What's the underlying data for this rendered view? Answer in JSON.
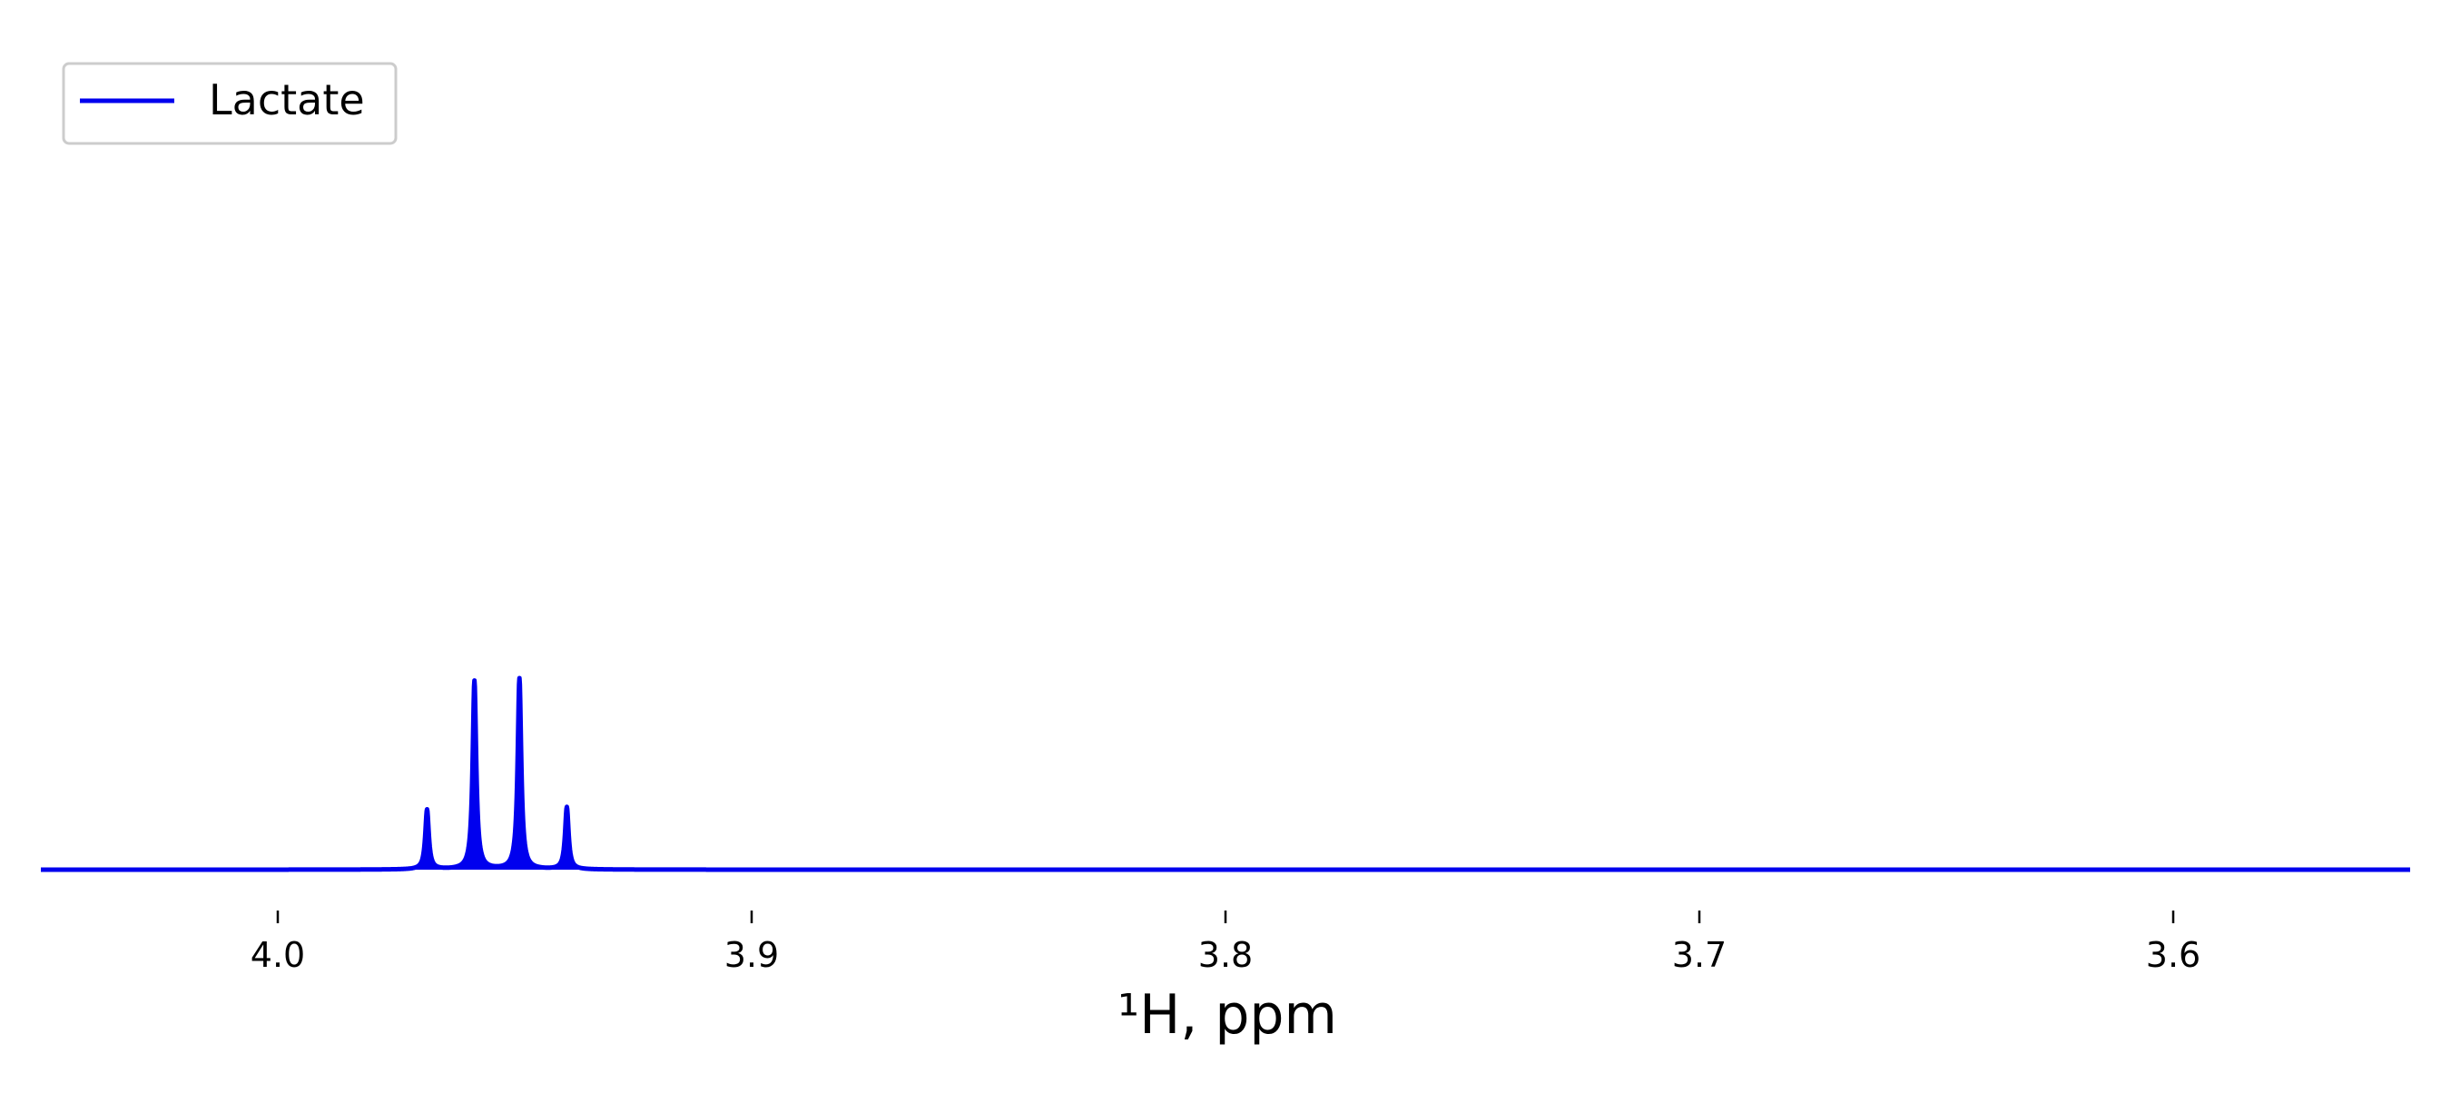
{
  "chart_data": {
    "type": "line",
    "title": "",
    "xlabel": "¹H, ppm",
    "ylabel": "",
    "xlim": [
      4.05,
      3.55
    ],
    "x_reversed": true,
    "ylim": [
      0,
      1.0
    ],
    "grid": false,
    "legend_placement": "top-left",
    "x_ticks": [
      4.0,
      3.9,
      3.8,
      3.7,
      3.6
    ],
    "x_tick_labels": [
      "4.0",
      "3.9",
      "3.8",
      "3.7",
      "3.6"
    ],
    "series": [
      {
        "name": "Lactate",
        "color": "#0000ee",
        "filled": true,
        "peaks": [
          {
            "center": 3.9685,
            "height": 0.075
          },
          {
            "center": 3.9585,
            "height": 0.236
          },
          {
            "center": 3.949,
            "height": 0.239
          },
          {
            "center": 3.939,
            "height": 0.078
          }
        ],
        "linewidth_ppm": 0.00045
      }
    ]
  }
}
